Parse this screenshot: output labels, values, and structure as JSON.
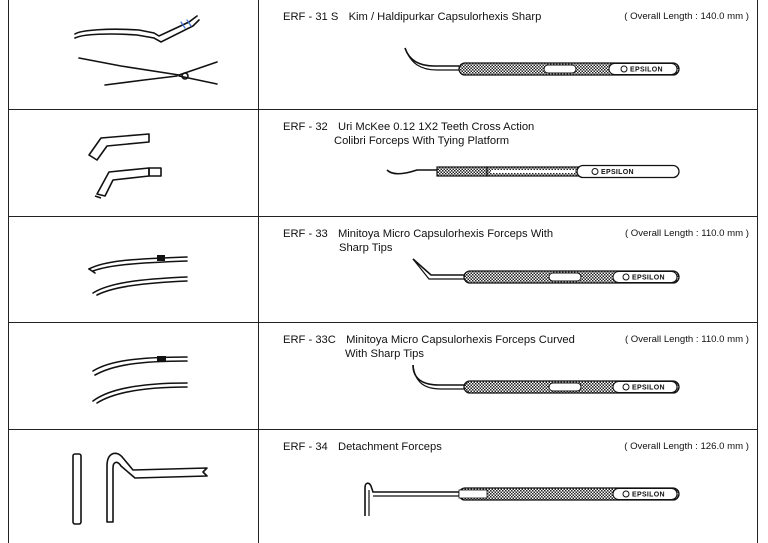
{
  "products": [
    {
      "code": "ERF - 31 S",
      "name_lines": [
        "Kim / Haldipurkar Capsulorhexis Sharp"
      ],
      "overall_length": "( Overall Length : 140.0 mm )",
      "brand": "EPSILON"
    },
    {
      "code": "ERF - 32",
      "name_lines": [
        "Uri McKee 0.12 1X2 Teeth Cross Action",
        "Colibri Forceps With Tying Platform"
      ],
      "overall_length": "",
      "brand": "EPSILON"
    },
    {
      "code": "ERF - 33",
      "name_lines": [
        "Minitoya Micro Capsulorhexis Forceps With",
        "Sharp Tips"
      ],
      "overall_length": "( Overall Length : 110.0 mm )",
      "brand": "EPSILON"
    },
    {
      "code": "ERF - 33C",
      "name_lines": [
        "Minitoya Micro Capsulorhexis Forceps Curved",
        "With Sharp Tips"
      ],
      "overall_length": "( Overall Length : 110.0 mm )",
      "brand": "EPSILON"
    },
    {
      "code": "ERF - 34",
      "name_lines": [
        "Detachment Forceps"
      ],
      "overall_length": "( Overall Length : 126.0 mm )",
      "brand": "EPSILON"
    }
  ]
}
